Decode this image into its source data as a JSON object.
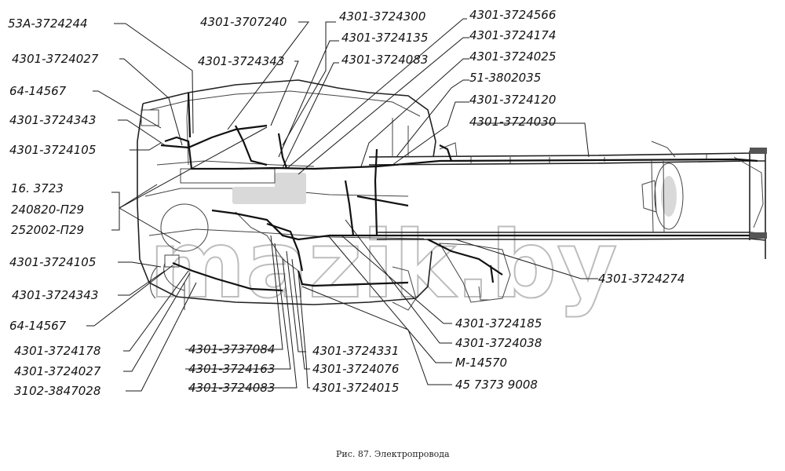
{
  "figure": {
    "caption": "Рис. 87. Электропровода",
    "watermark": "mazik.by"
  },
  "labels": {
    "l_53a_3724244": "53А-3724244",
    "l_4301_3724027_top": "4301-3724027",
    "l_64_14567_top": "64-14567",
    "l_4301_3724343_left_top": "4301-3724343",
    "l_4301_3724105_top": "4301-3724105",
    "l_16_3723": "16. 3723",
    "l_240820_p29": "240820-П29",
    "l_252002_p29": "252002-П29",
    "l_4301_3724105_bottom": "4301-3724105",
    "l_4301_3724343_left_bottom": "4301-3724343",
    "l_64_14567_bottom": "64-14567",
    "l_4301_3724178": "4301-3724178",
    "l_4301_3724027_bottom": "4301-3724027",
    "l_3102_3847028": "3102-3847028",
    "l_4301_3707240": "4301-3707240",
    "l_4301_3724343_top": "4301-3724343",
    "l_4301_3724300": "4301-3724300",
    "l_4301_3724135": "4301-3724135",
    "l_4301_3724083_top": "4301-3724083",
    "l_4301_3724566": "4301-3724566",
    "l_4301_3724174": "4301-3724174",
    "l_4301_3724025": "4301-3724025",
    "l_51_3802035": "51-3802035",
    "l_4301_3724120": "4301-3724120",
    "l_4301_3724030": "4301-3724030",
    "l_4301_3724274": "4301-3724274",
    "l_4301_3724185": "4301-3724185",
    "l_4301_3724038": "4301-3724038",
    "l_m_14570": "М-14570",
    "l_45_7373_9008": "45 7373 9008",
    "l_4301_3737084": "4301-3737084",
    "l_4301_3724163": "4301-3724163",
    "l_4301_3724083_bottom": "4301-3724083",
    "l_4301_3724331": "4301-3724331",
    "l_4301_3724076": "4301-3724076",
    "l_4301_3724015": "4301-3724015"
  }
}
